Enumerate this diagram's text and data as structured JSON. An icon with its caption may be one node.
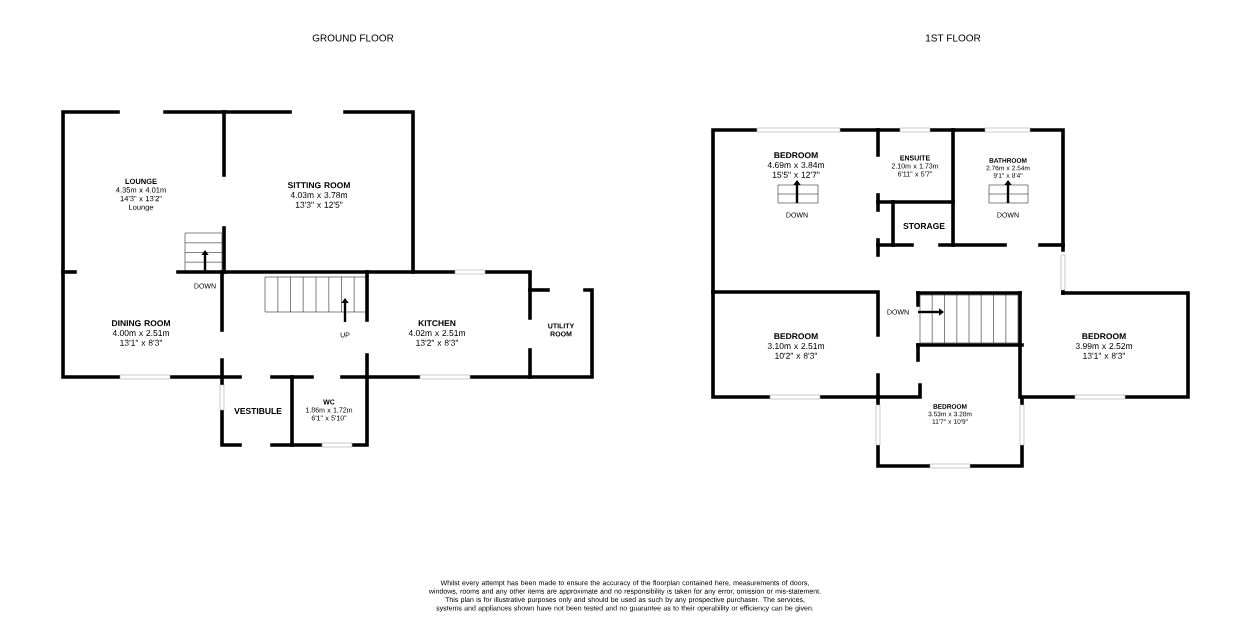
{
  "diagram": {
    "nodes": [
      {
        "text": [
          "LOUNGE",
          "4.35m x 4.01m",
          "14'3\" x 13'2\"",
          "Lounge"
        ]
      },
      {
        "text": [
          "SITTING ROOM",
          "4.03m x 3.78m",
          "13'3\" x 12'5\""
        ]
      },
      {
        "text": [
          "DINING ROOM",
          "4.00m x 2.51m",
          "13'1\" x 8'3\""
        ]
      },
      {
        "text": [
          "KITCHEN",
          "4.02m x 2.51m",
          "13'2\" x 8'3\""
        ]
      },
      {
        "text": [
          "UTILITY ROOM"
        ]
      },
      {
        "text": [
          "VESTIBULE"
        ]
      },
      {
        "text": [
          "WC",
          "1.86m x 1.72m",
          "6'1\" x 5'10\""
        ]
      },
      {
        "text": [
          "BEDROOM",
          "4.69m x 3.84m",
          "15'5\" x 12'7\""
        ]
      },
      {
        "text": [
          "ENSUITE",
          "2.10m x 1.73m",
          "6'11\" x 5'7\""
        ]
      },
      {
        "text": [
          "BATHROOM",
          "2.76m x 2.54m",
          "9'1\" x 8'4\""
        ]
      },
      {
        "text": [
          "STORAGE"
        ]
      },
      {
        "text": [
          "BEDROOM",
          "3.10m x 2.51m",
          "10'2\" x 8'3\""
        ]
      },
      {
        "text": [
          "BEDROOM",
          "3.99m x 2.52m",
          "13'1\" x 8'3\""
        ]
      },
      {
        "text": [
          "BEDROOM",
          "3.53m x 3.28m",
          "11'7\" x 10'9\""
        ]
      }
    ],
    "labels": [
      "GROUND FLOOR",
      "1ST FLOOR",
      "DOWN",
      "DOWN",
      "DOWN",
      "DOWN",
      "UP",
      "Whilst every attempt has been made to ensure the accuracy of the floorplan contained here, measurements of doors, windows, rooms and any other items are approximate and no responsibility is taken for any error, omission or mis-statement. This plan is for illustrative purposes only and should be used as such by any prospective purchaser. The services, systems and appliances shown have not been tested and no guarantee as to their operability or efficiency can be given."
    ]
  }
}
